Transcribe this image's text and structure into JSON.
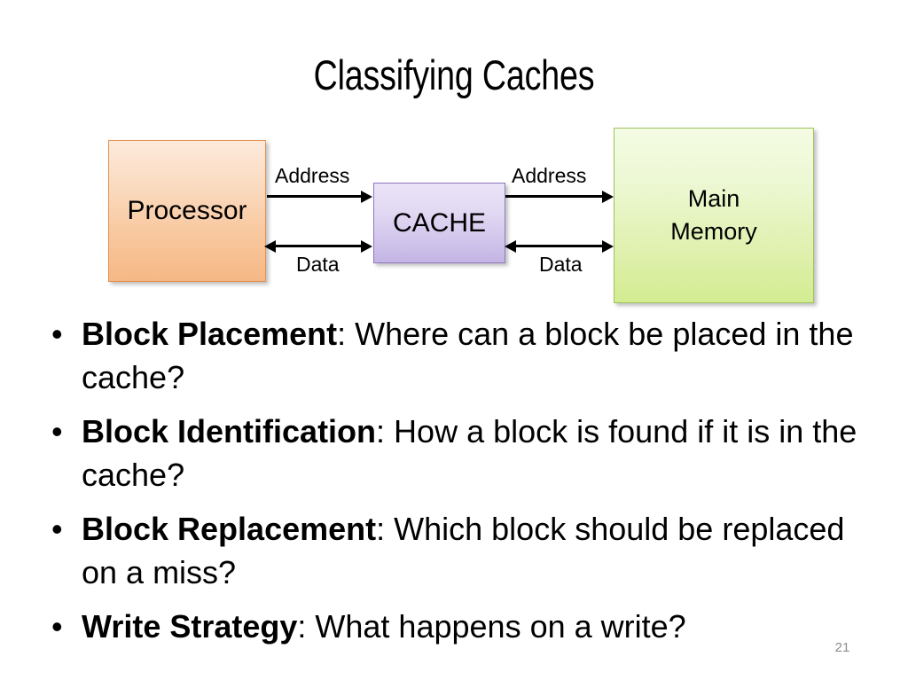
{
  "slide": {
    "title": "Classifying Caches",
    "page_number": "21"
  },
  "diagram": {
    "nodes": [
      {
        "id": "processor",
        "label": "Processor",
        "fill_top": "#fdeadb",
        "fill_bottom": "#f6b785",
        "border": "#e39153"
      },
      {
        "id": "cache",
        "label": "CACHE",
        "fill_top": "#ebe4f7",
        "fill_bottom": "#c3b4e4",
        "border": "#8f79bf"
      },
      {
        "id": "main-memory",
        "label_line1": "Main",
        "label_line2": "Memory",
        "fill_top": "#f4fbe3",
        "fill_bottom": "#d3ec91",
        "border": "#9dc45c"
      }
    ],
    "edges": [
      {
        "id": "proc-cache-address",
        "label": "Address",
        "from": "processor",
        "to": "cache",
        "direction": "one-way"
      },
      {
        "id": "proc-cache-data",
        "label": "Data",
        "from": "processor",
        "to": "cache",
        "direction": "two-way"
      },
      {
        "id": "cache-mem-address",
        "label": "Address",
        "from": "cache",
        "to": "main-memory",
        "direction": "one-way"
      },
      {
        "id": "cache-mem-data",
        "label": "Data",
        "from": "cache",
        "to": "main-memory",
        "direction": "two-way"
      }
    ]
  },
  "bullets": [
    {
      "marker": "•",
      "lead": "Block Placement",
      "rest": ": Where can a block be placed in the cache?"
    },
    {
      "marker": "•",
      "lead": "Block Identification",
      "rest": ": How a block is found if it is in the cache?"
    },
    {
      "marker": "•",
      "lead": "Block Replacement",
      "rest": ": Which block should be replaced on a miss?"
    },
    {
      "marker": "•",
      "lead": "Write Strategy",
      "rest": ": What happens on a write?"
    }
  ]
}
